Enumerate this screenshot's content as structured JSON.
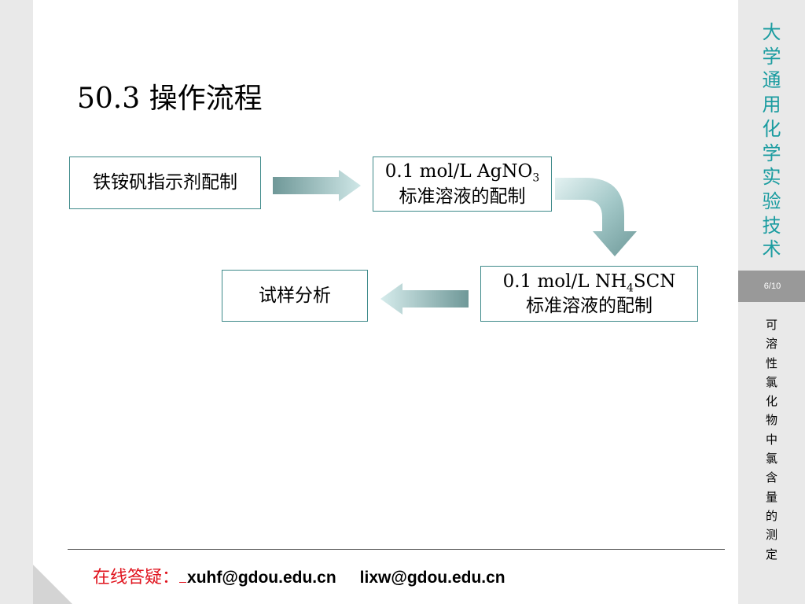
{
  "slide": {
    "title": "50.3 操作流程",
    "steps": [
      {
        "line1": "铁铵矾指示剂配制"
      },
      {
        "line1_main": "0.1 mol/L AgNO",
        "line1_sub": "3",
        "line2": "标准溶液的配制"
      },
      {
        "line1_main": "0.1 mol/L NH",
        "line1_sub": "4",
        "line1_tail": "SCN",
        "line2": "标准溶液的配制"
      },
      {
        "line1": "试样分析"
      }
    ],
    "footer": {
      "label": "在线答疑：",
      "email1": "xuhf@gdou.edu.cn",
      "email2": "lixw@gdou.edu.cn"
    }
  },
  "sidebar": {
    "course_title_chars": [
      "大",
      "学",
      "通",
      "用",
      "化",
      "学",
      "实",
      "验",
      "技",
      "术"
    ],
    "page": "6/10",
    "topic_chars": [
      "可",
      "溶",
      "性",
      "氯",
      "化",
      "物",
      "中",
      "氯",
      "含",
      "量",
      "的",
      "测",
      "定"
    ]
  },
  "colors": {
    "accent_teal": "#1a9ca0",
    "box_border": "#3e8a8a",
    "footer_label": "#e0141e",
    "page_badge": "#999999"
  }
}
